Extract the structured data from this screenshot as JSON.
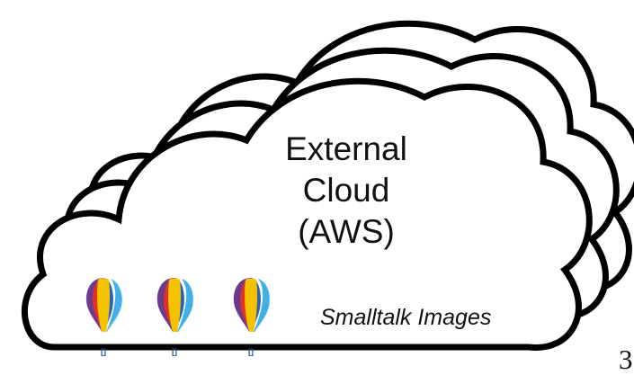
{
  "cloud": {
    "label_lines": [
      "External",
      "Cloud",
      "(AWS)"
    ],
    "stack_count": 3,
    "outline_color": "#000000",
    "fill_color": "#ffffff"
  },
  "caption": "Smalltalk Images",
  "balloons": {
    "count": 3,
    "icon": "hot-air-balloon-icon",
    "basket_text": "[]",
    "colors": [
      "#6b3a8c",
      "#e0302a",
      "#f5c200",
      "#2b62b8",
      "#3fb0e6"
    ],
    "basket_color": "#1a4f9c"
  },
  "page_number": "3"
}
